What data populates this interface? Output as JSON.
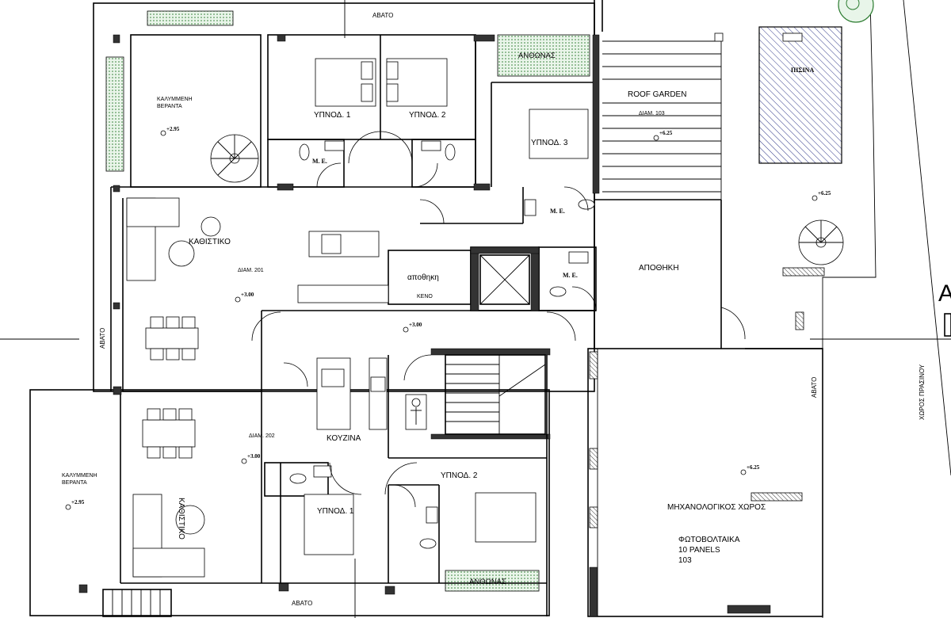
{
  "labels": {
    "abato_top": "ΑΒΑΤΟ",
    "abato_bottom": "ΑΒΑΤΟ",
    "abato_left": "ΑΒΑΤΟ",
    "abato_right": "ΑΒΑΤΟ",
    "xoros_prasinou": "ΧΩΡΟΣ ΠΡΑΣΙΝΟΥ",
    "anthonas_top": "ΑΝΘΩΝΑΣ",
    "anthonas_bottom": "ΑΝΘΩΝΑΣ",
    "roof_garden": "ROOF GARDEN",
    "diam_103": "ΔΙΑΜ. 103",
    "diam_201": "ΔΙΑΜ. 201",
    "diam_202": "ΔΙΑΜ. 202",
    "bedroom1_upper": "ΥΠΝΟΔ. 1",
    "bedroom2_upper": "ΥΠΝΟΔ. 2",
    "bedroom3_upper": "ΥΠΝΟΔ. 3",
    "bedroom1_lower": "ΥΠΝΟΔ. 1",
    "bedroom2_lower": "ΥΠΝΟΔ. 2",
    "wc_1": "Μ. Ε.",
    "wc_2": "Μ. Ε.",
    "wc_3": "Μ. Ε.",
    "covered_veranda_top_1": "ΚΑΛΥΜΜΕΝΗ",
    "covered_veranda_top_2": "ΒΕΡΑΝΤΑ",
    "covered_veranda_bottom_1": "ΚΑΛΥΜΜΕΝΗ",
    "covered_veranda_bottom_2": "ΒΕΡΑΝΤΑ",
    "living_upper": "ΚΑΘΙΣΤΙΚΟ",
    "living_lower": "ΚΑΘΙΣΤΙΚΟ",
    "kitchen": "ΚΟΥΖΙΝΑ",
    "storage_small": "αποθηκη",
    "void": "ΚΕΝΟ",
    "storage_big": "ΑΠΟΘΗΚΗ",
    "pool": "ΠΙΣΙΝΑ",
    "mechanical": "ΜΗΧΑΝΟΛΟΓΙΚΟΣ ΧΩΡΟΣ",
    "pv_1": "ΦΩΤΟΒΟΛΤΑΙΚΑ",
    "pv_2": "10 PANELS",
    "pv_3": "103",
    "edge_letter": "A"
  },
  "levels": {
    "veranda_top": "+2.95",
    "veranda_bottom": "+2.95",
    "apt201": "+3.00",
    "corridor": "+3.00",
    "apt202": "+3.00",
    "roof_garden": "+6.25",
    "pool_deck": "+6.25",
    "mechanical": "+6.25"
  },
  "colors": {
    "wall": "#000000",
    "column": "#333333",
    "planter_dots": "#2e7d32",
    "pool_hatch": "#1a237e",
    "tree": "#2e7d32"
  }
}
